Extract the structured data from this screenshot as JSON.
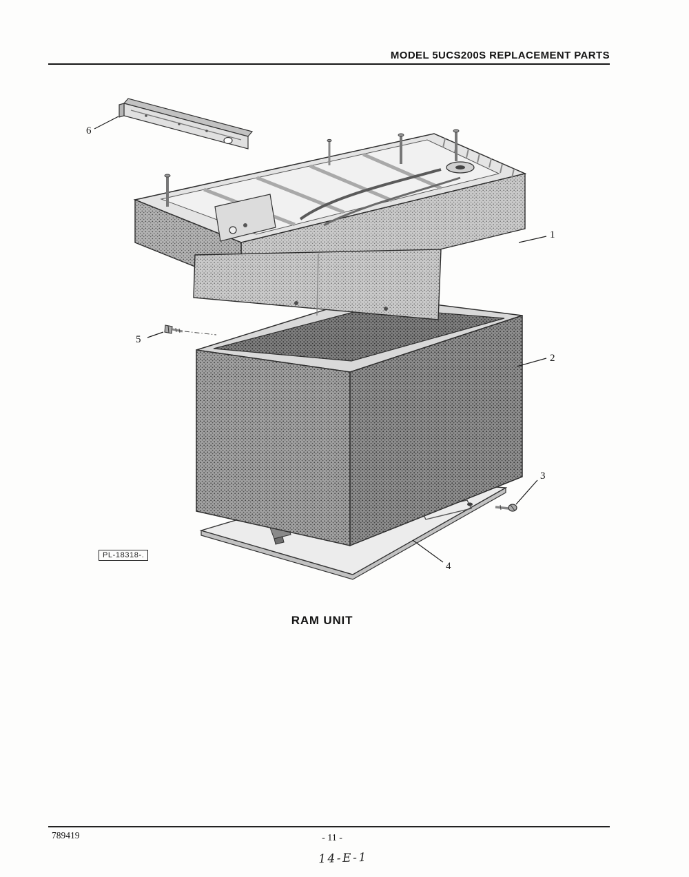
{
  "page": {
    "header": {
      "title": "MODEL 5UCS200S REPLACEMENT PARTS"
    },
    "figure": {
      "caption": "RAM UNIT",
      "plate_label": "PL-18318-.",
      "callouts": [
        {
          "id": "1"
        },
        {
          "id": "2"
        },
        {
          "id": "3"
        },
        {
          "id": "4"
        },
        {
          "id": "5"
        },
        {
          "id": "6"
        }
      ]
    },
    "footer": {
      "doc_number": "789419",
      "page_number": "- 11 -",
      "handwritten_note": "14-E-1"
    }
  }
}
